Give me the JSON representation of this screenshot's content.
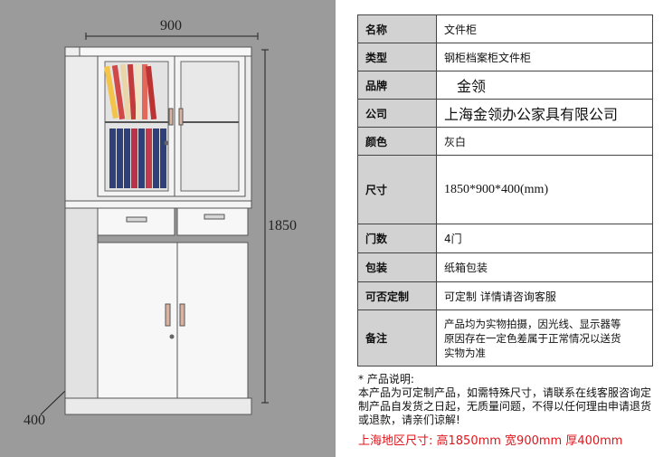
{
  "dims": {
    "width": "900",
    "height": "1850",
    "depth": "400"
  },
  "specs": [
    {
      "key": "名称",
      "value": "文件柜"
    },
    {
      "key": "类型",
      "value": "钢柜档案柜文件柜"
    },
    {
      "key": "品牌",
      "value": "金领"
    },
    {
      "key": "公司",
      "value": "上海金领办公家具有限公司"
    },
    {
      "key": "颜色",
      "value": "灰白"
    },
    {
      "key": "尺寸",
      "value": "1850*900*400(mm)"
    },
    {
      "key": "门数",
      "value": "4门"
    },
    {
      "key": "包装",
      "value": "纸箱包装"
    },
    {
      "key": "可否定制",
      "value": "可定制 详情请咨询客服"
    },
    {
      "key": "备注",
      "value": "产品均为实物拍摄，因光线、显示器等原因存在一定色差属于正常情况以送货实物为准"
    }
  ],
  "notes": {
    "title": "* 产品说明:",
    "body": "本产品为可定制产品，如需特殊尺寸，请联系在线客服咨询定制产品自发货之日起，无质量问题，不得以任何理由申请退货或退款，请亲们谅解!"
  },
  "promo": "上海地区尺寸: 高1850mm 宽900mm 厚400mm"
}
